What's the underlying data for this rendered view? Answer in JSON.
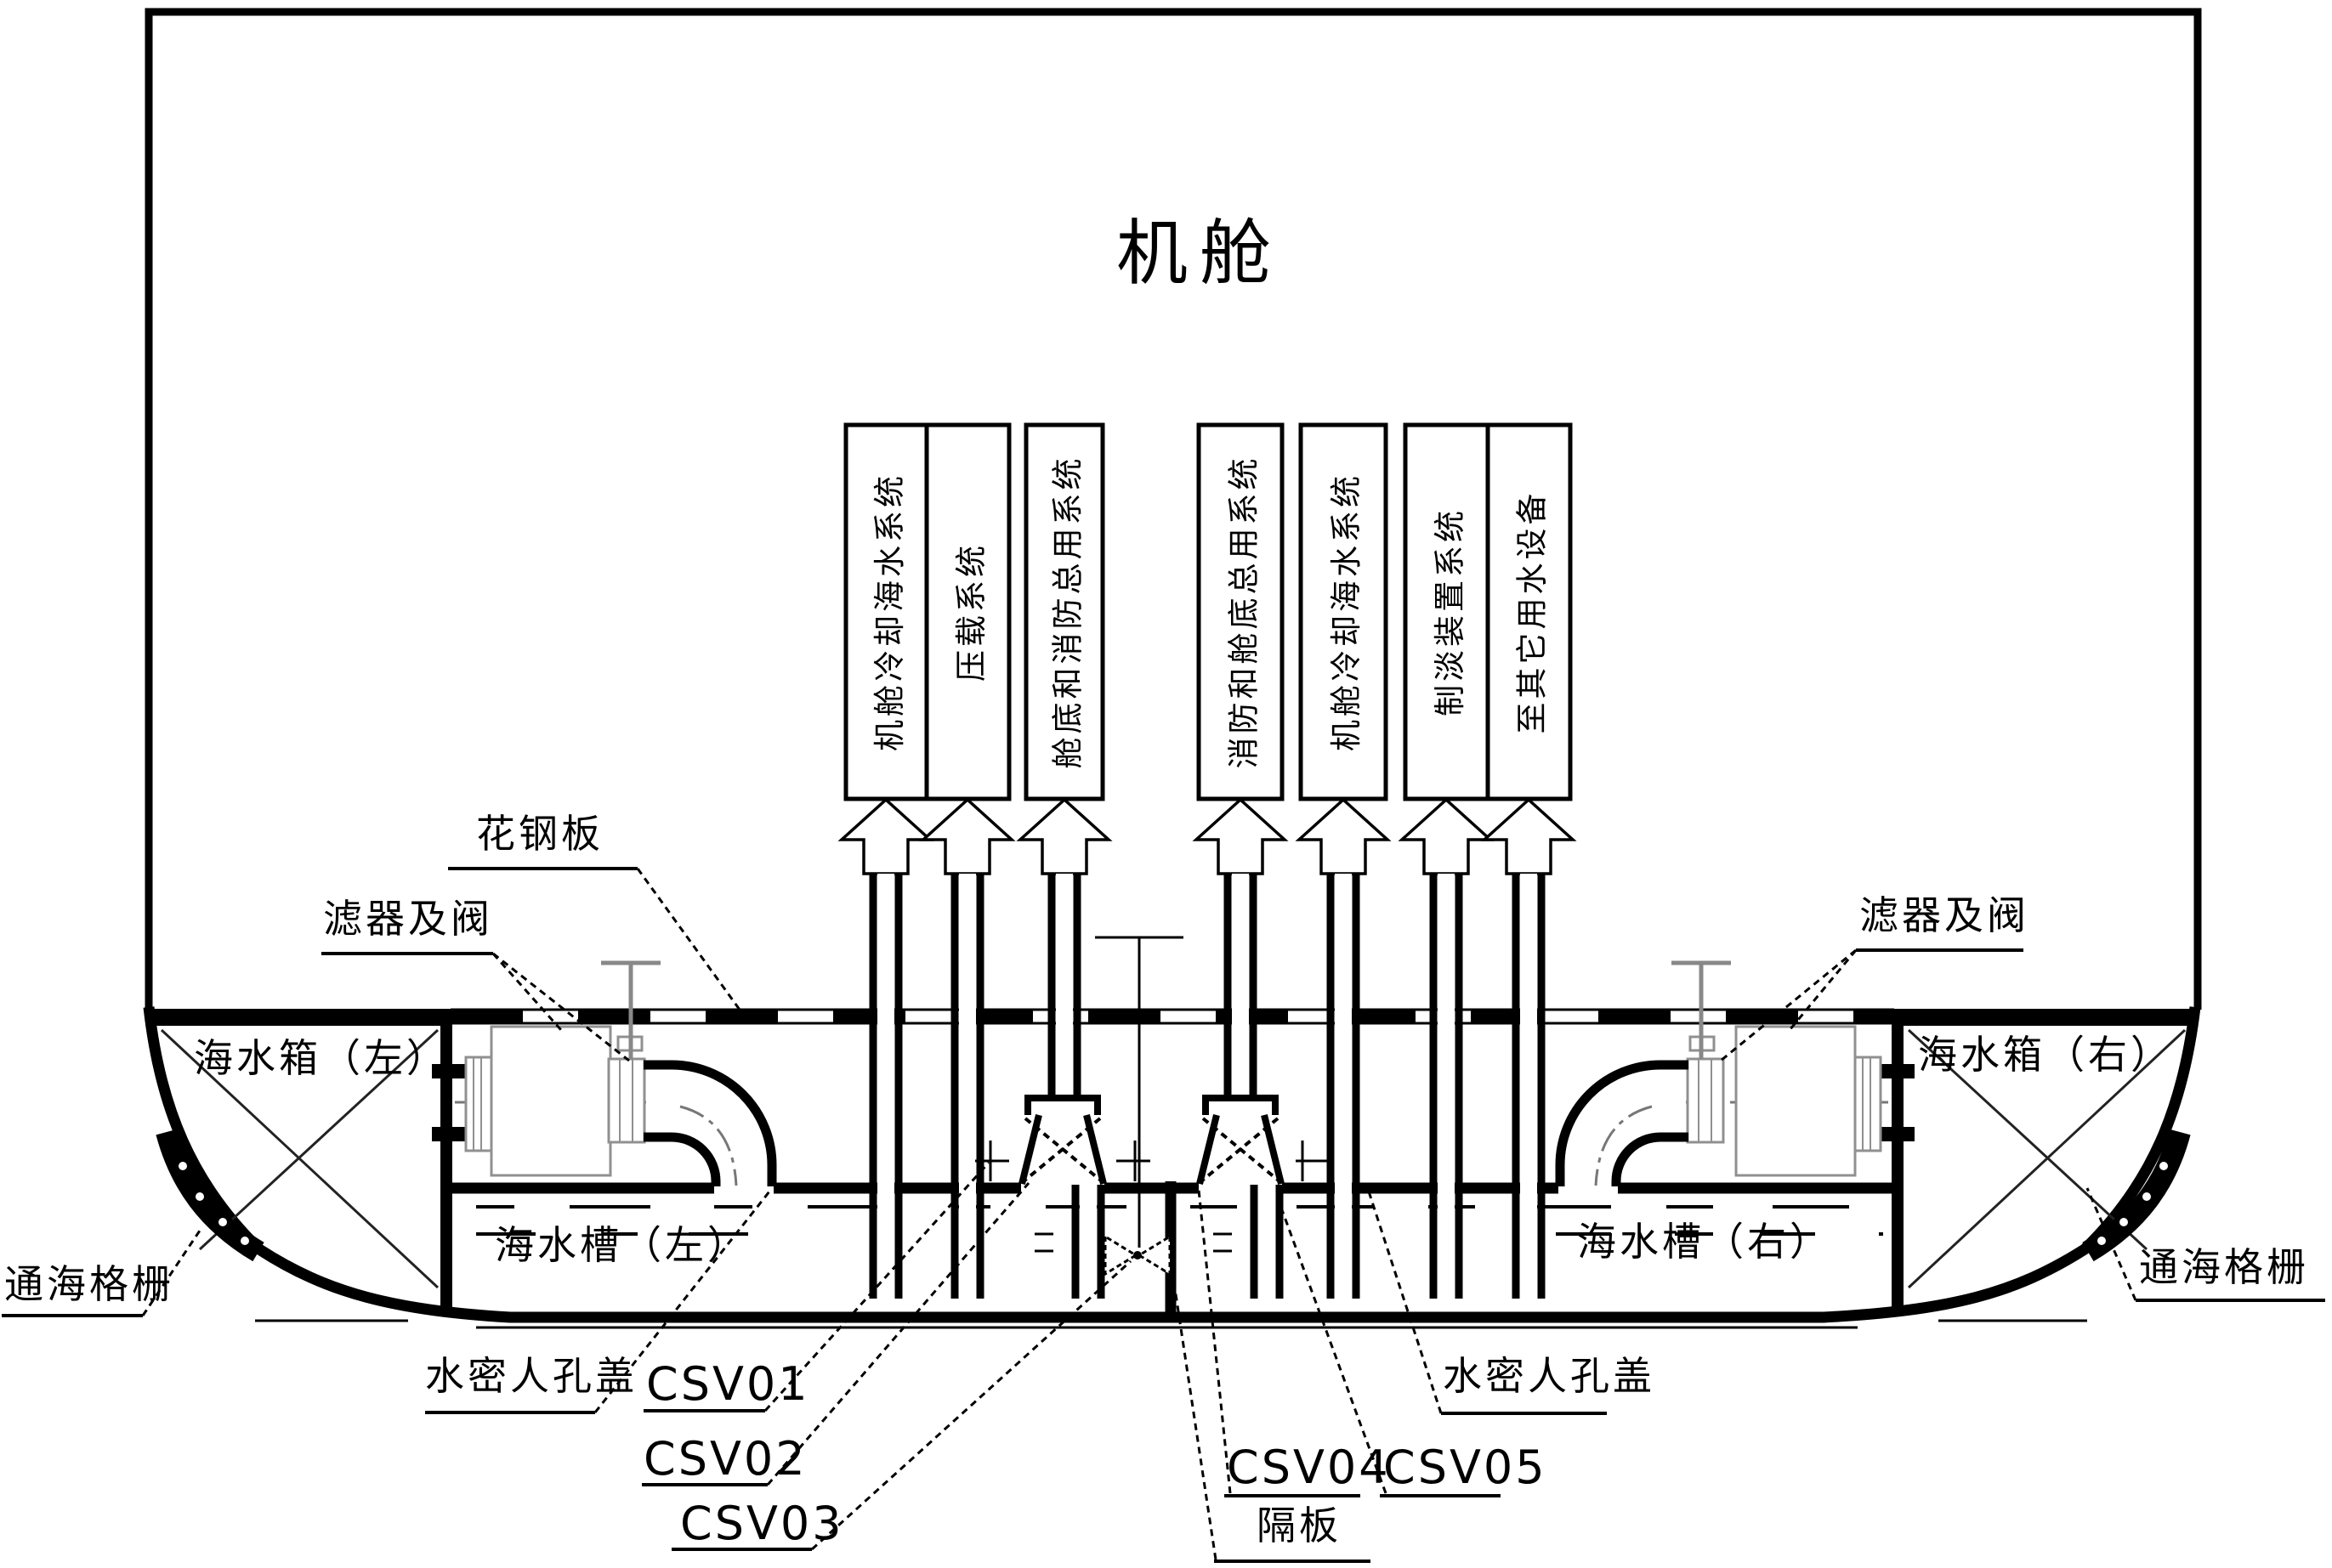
{
  "title": "机舱",
  "system_boxes": [
    {
      "label": "机舱冷却海水系统"
    },
    {
      "label": "压载系统"
    },
    {
      "label": "舱底和消防总用系统"
    },
    {
      "label": "消防和舱底总用系统"
    },
    {
      "label": "机舱冷却海水系统"
    },
    {
      "label": "制淡装置系统"
    },
    {
      "label": "至其它用水设备"
    }
  ],
  "labels": {
    "floor_plate": "花钢板",
    "filter_valve_left": "滤器及阀",
    "filter_valve_right": "滤器及阀",
    "sea_chest_left": "海水箱（左）",
    "sea_chest_right": "海水箱（右）",
    "sea_grid_left": "通海格栅",
    "sea_grid_right": "通海格栅",
    "sea_trough_left": "海水槽（左）",
    "sea_trough_right": "海水槽（右）",
    "manhole_left": "水密人孔盖",
    "manhole_right": "水密人孔盖",
    "partition": "隔板"
  },
  "valves": [
    "CSV01",
    "CSV02",
    "CSV03",
    "CSV04",
    "CSV05"
  ],
  "colors": {
    "line": "#000000",
    "equipment_gray": "#909090",
    "background": "#ffffff"
  }
}
